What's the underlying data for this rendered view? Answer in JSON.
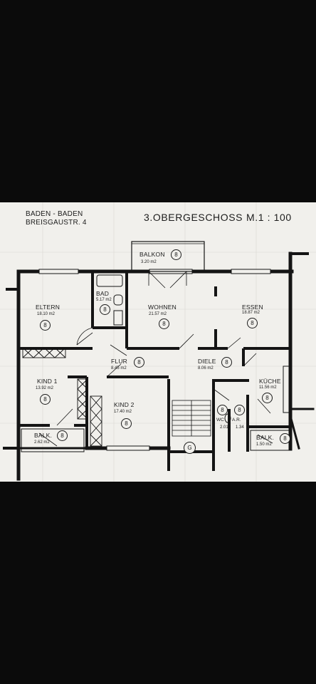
{
  "header": {
    "address_line1": "BADEN - BADEN",
    "address_line2": "BREISGAUSTR. 4",
    "floor_title": "3.OBERGESCHOSS",
    "scale": "M.1 : 100"
  },
  "rooms": {
    "balkon_top": {
      "name": "BALKON",
      "area": "3.20 m2",
      "badge": "8"
    },
    "bad": {
      "name": "BAD",
      "area": "5.17 m2",
      "badge": "8"
    },
    "eltern": {
      "name": "ELTERN",
      "area": "18.10 m2",
      "badge": "8"
    },
    "wohnen": {
      "name": "WOHNEN",
      "area": "21.57 m2",
      "badge": "8"
    },
    "essen": {
      "name": "ESSEN",
      "area": "18.87 m2",
      "badge": "8"
    },
    "flur": {
      "name": "FLUR",
      "area": "8.45 m2",
      "badge": "8"
    },
    "diele": {
      "name": "DIELE",
      "area": "8.06 m2",
      "badge": "8"
    },
    "kueche": {
      "name": "KÜCHE",
      "area": "11.56 m2",
      "badge": "8"
    },
    "kind1": {
      "name": "KIND 1",
      "area": "13.92 m2",
      "badge": "8"
    },
    "kind2": {
      "name": "KIND 2",
      "area": "17.40 m2",
      "badge": "8"
    },
    "wc": {
      "name": "WC",
      "area": "2.01",
      "badge": "8"
    },
    "ar": {
      "name": "A.R.",
      "area": "1.34",
      "badge": "8"
    },
    "balk_left": {
      "name": "BALK.",
      "area": "2.62 m2",
      "badge": "8"
    },
    "balk_right": {
      "name": "BALK.",
      "area": "1.50 m2",
      "badge": "8"
    },
    "stair_badge": "G"
  },
  "colors": {
    "wall": "#141414",
    "paper": "#f1f0ec",
    "frame": "#0b0b0b"
  }
}
